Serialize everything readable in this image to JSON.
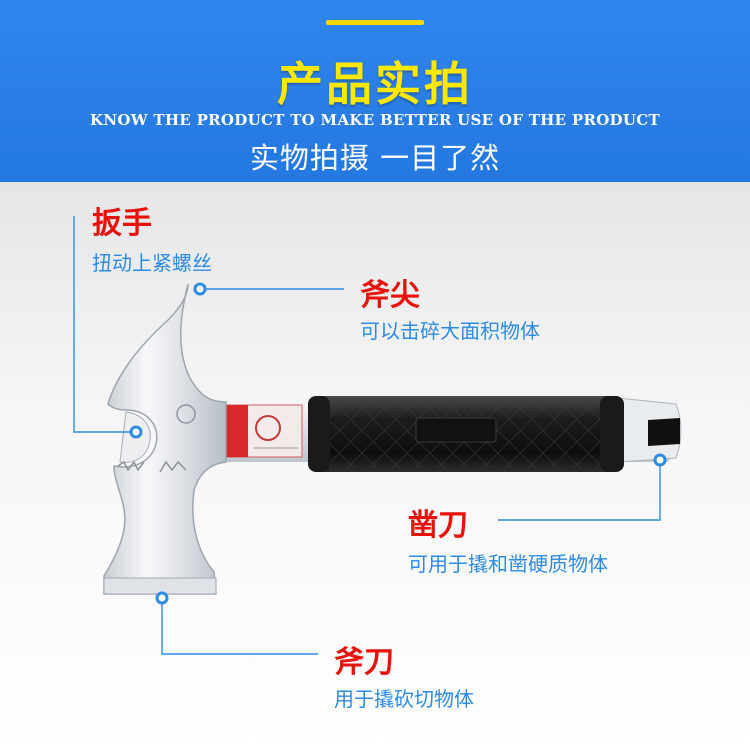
{
  "banner": {
    "title": "产品实拍",
    "subtitle": "KNOW THE PRODUCT TO MAKE BETTER USE OF THE PRODUCT",
    "tagline": "实物拍摄 一目了然"
  },
  "callouts": [
    {
      "title": "扳手",
      "desc": "扭动上紧螺丝"
    },
    {
      "title": "斧尖",
      "desc": "可以击碎大面积物体"
    },
    {
      "title": "凿刀",
      "desc": "可用于撬和凿硬质物体"
    },
    {
      "title": "斧刀",
      "desc": "用于撬砍切物体"
    }
  ],
  "colors": {
    "banner_blue": "#2a7ee6",
    "title_yellow": "#ffe800",
    "callout_red": "#e8120c",
    "callout_blue": "#2d8be5"
  }
}
